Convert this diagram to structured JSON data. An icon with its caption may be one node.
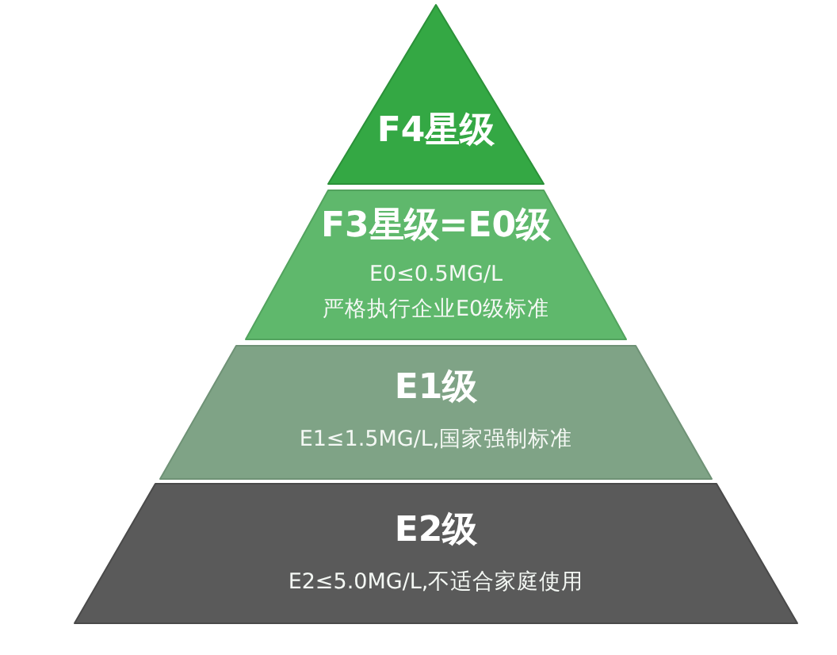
{
  "diagram": {
    "nodes": [
      {
        "text": [
          "F4星级"
        ]
      },
      {
        "text": [
          "F3星级=E0级",
          "E0≤0.5MG/L",
          "严格执行企业E0级标准"
        ]
      },
      {
        "text": [
          "E1级",
          "E1≤1.5MG/L,国家强制标准"
        ]
      },
      {
        "text": [
          "E2级",
          "E2≤5.0MG/L,不适合家庭使用"
        ]
      }
    ]
  }
}
